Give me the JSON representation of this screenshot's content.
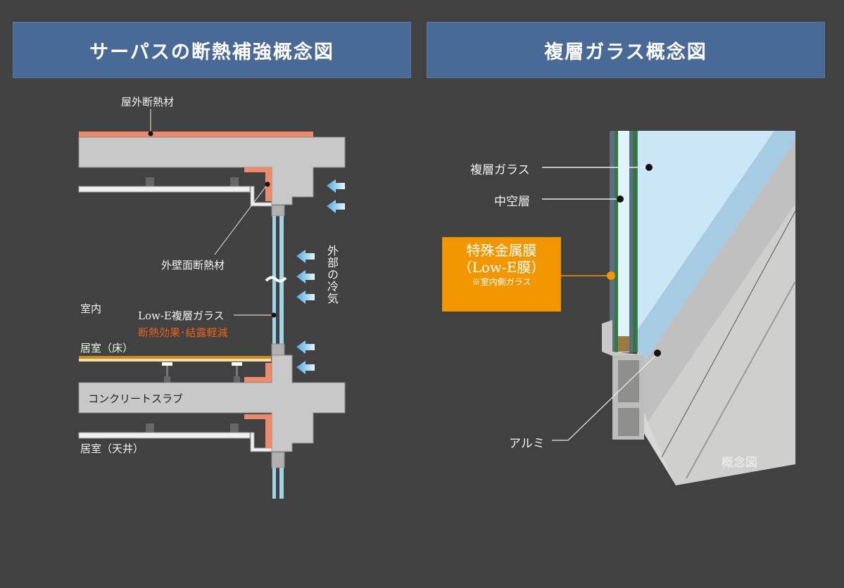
{
  "left_panel": {
    "title": "サーパスの断熱補強概念図",
    "labels": {
      "outdoor_insulation": "屋外断熱材",
      "exterior_wall_insulation": "外壁面断熱材",
      "indoor": "室内",
      "lowe_glass": "Low-E複層ガラス",
      "lowe_effect": "断熱効果･結露軽減",
      "room_floor": "居室（床）",
      "concrete_slab": "コンクリートスラブ",
      "room_ceiling": "居室（天井）",
      "outside_cold": "外部の冷気"
    },
    "colors": {
      "insulation": "#ee8a6c",
      "concrete": "#c8c8c9",
      "glass": "#9fd3e6",
      "floor": "#c98a1e",
      "arrow": "#5ab4e6",
      "effect_text": "#e8621c"
    }
  },
  "right_panel": {
    "title": "複層ガラス概念図",
    "labels": {
      "double_glass": "複層ガラス",
      "air_layer": "中空層",
      "aluminum": "アルミ",
      "concept": "概念図"
    },
    "callout": {
      "line1": "特殊金属膜",
      "line2": "（Low-E膜）",
      "line3": "※室内側ガラス",
      "color": "#f29600"
    }
  }
}
